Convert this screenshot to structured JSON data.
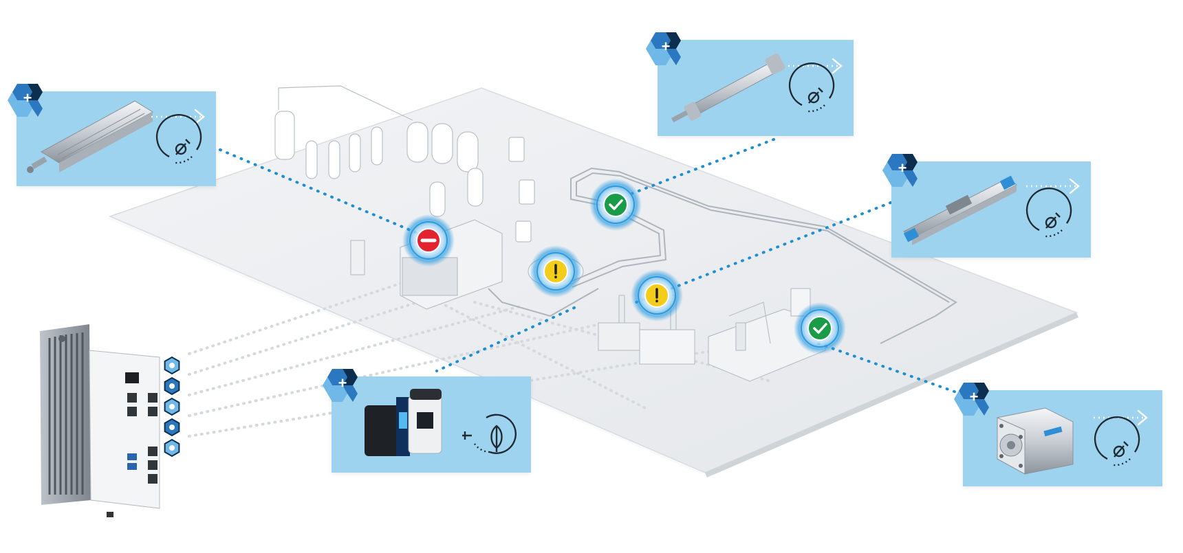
{
  "diagram": {
    "subject": "factory-line-condition-monitoring",
    "colors": {
      "card_fill": "#9ed3f0",
      "dotted_link": "#1b8fd0",
      "dotted_link_faint": "#d4d9de",
      "status_ok": "#1a9b48",
      "status_warning": "#f4cd1a",
      "status_error": "#e1242e",
      "halo": "#2a9be0",
      "badge_dark": "#0d2f4f",
      "badge_mid": "#2c78c0",
      "badge_light": "#6fb8e8",
      "floor": "#e9ebee"
    },
    "status_markers": [
      {
        "id": "filler",
        "status": "error",
        "icon": "minus-icon"
      },
      {
        "id": "rotary-table",
        "status": "warning",
        "icon": "exclamation-icon"
      },
      {
        "id": "conveyor-top",
        "status": "ok",
        "icon": "check-icon"
      },
      {
        "id": "palletizer",
        "status": "warning",
        "icon": "exclamation-icon"
      },
      {
        "id": "packaging",
        "status": "ok",
        "icon": "check-icon"
      }
    ],
    "component_cards": [
      {
        "id": "profile-cylinder",
        "product_icon": "profile-cylinder-icon",
        "action_icon": "maintenance-hand-wrench-icon",
        "arrow_icon": "dotted-arrow-right-icon",
        "badge_icon": "plus-hex-badge-icon"
      },
      {
        "id": "round-cylinder",
        "product_icon": "round-cylinder-icon",
        "action_icon": "maintenance-hand-wrench-icon",
        "arrow_icon": "dotted-arrow-right-icon",
        "badge_icon": "plus-hex-badge-icon"
      },
      {
        "id": "linear-actuator",
        "product_icon": "linear-actuator-icon",
        "action_icon": "maintenance-hand-wrench-icon",
        "arrow_icon": "dotted-arrow-right-icon",
        "badge_icon": "plus-hex-badge-icon"
      },
      {
        "id": "pressure-flow-sensor",
        "product_icon": "flow-sensor-icon",
        "action_icon": "energy-leaf-plug-icon",
        "badge_icon": "plus-hex-badge-icon"
      },
      {
        "id": "compact-cylinder",
        "product_icon": "compact-cylinder-icon",
        "action_icon": "maintenance-hand-wrench-icon",
        "arrow_icon": "dotted-arrow-right-icon",
        "badge_icon": "plus-hex-badge-icon"
      }
    ],
    "edge_device": {
      "id": "edge-controller",
      "icon": "edge-controller-icon",
      "port_badges": 5
    }
  }
}
